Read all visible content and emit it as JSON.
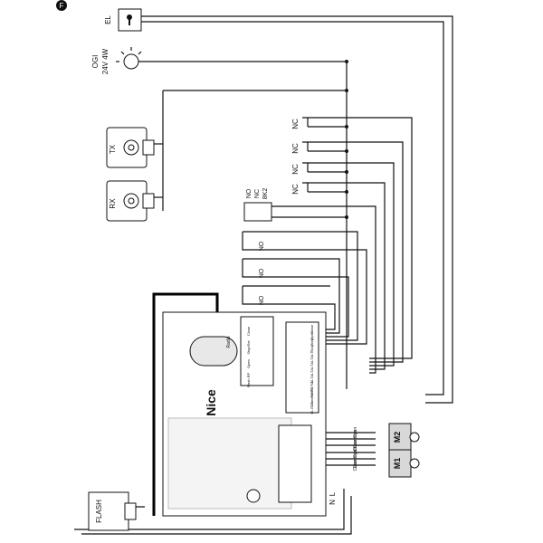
{
  "badge": {
    "letter": "F"
  },
  "devices": {
    "el": {
      "label": "EL"
    },
    "ogi": {
      "label1": "OGI",
      "label2": "24V 4W"
    },
    "tx": {
      "label": "TX"
    },
    "rx": {
      "label": "RX"
    },
    "flash": {
      "label": "FLASH"
    }
  },
  "contacts": {
    "nc": [
      "NC",
      "NC",
      "NC",
      "NC"
    ],
    "selector": [
      "NO",
      "NC",
      "8K2"
    ],
    "no": [
      "NO",
      "NO",
      "NO"
    ]
  },
  "board": {
    "brand": "Nice",
    "radio_label": "Radio",
    "buttons": [
      "Close",
      "Stop/Set",
      "Open",
      "Flash RP"
    ],
    "terminals": [
      "Close",
      "Open",
      "Step",
      "Stop",
      "ALT",
      "ALT",
      "ALT",
      "ALT",
      "ALT",
      "FOTO",
      "FOTO",
      "Common",
      "ELS",
      "EL"
    ],
    "motor_terminals": [
      "Open",
      "Common",
      "Close",
      "Open",
      "Common",
      "Close"
    ],
    "power": [
      "L",
      "N"
    ]
  },
  "motors": {
    "m2": "M2",
    "m1": "M1"
  }
}
